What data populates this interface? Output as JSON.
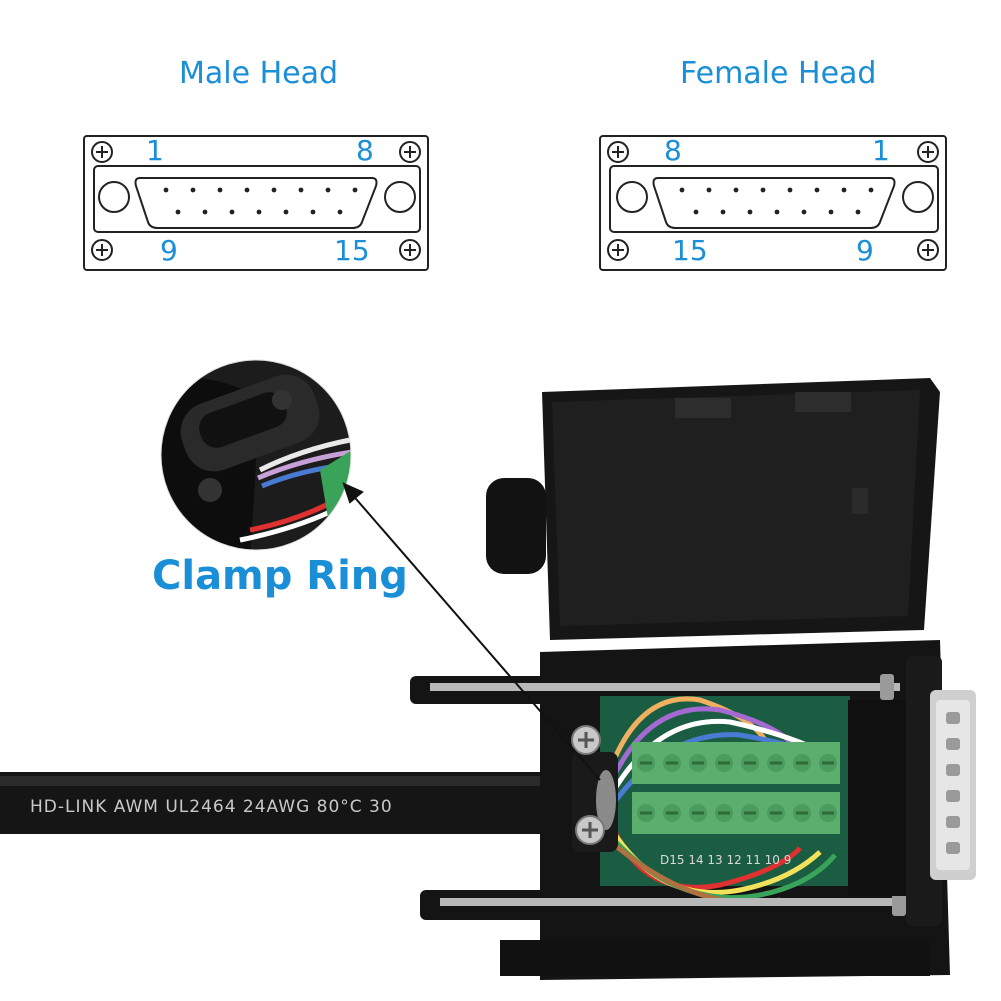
{
  "male": {
    "title": "Male Head",
    "pin_top_left": "1",
    "pin_top_right": "8",
    "pin_bottom_left": "9",
    "pin_bottom_right": "15"
  },
  "female": {
    "title": "Female Head",
    "pin_top_left": "8",
    "pin_top_right": "1",
    "pin_bottom_left": "15",
    "pin_bottom_right": "9"
  },
  "callout": {
    "label": "Clamp Ring"
  },
  "cable": {
    "print_text": "HD-LINK   AWM   UL2464   24AWG   80°C   30"
  },
  "pcb": {
    "silkscreen": "D15  14  13  12  11  10  9"
  },
  "colors": {
    "accent": "#1a8fd8",
    "housing": "#141414",
    "terminal_block": "#5cae6e",
    "line_art": "#222222"
  }
}
